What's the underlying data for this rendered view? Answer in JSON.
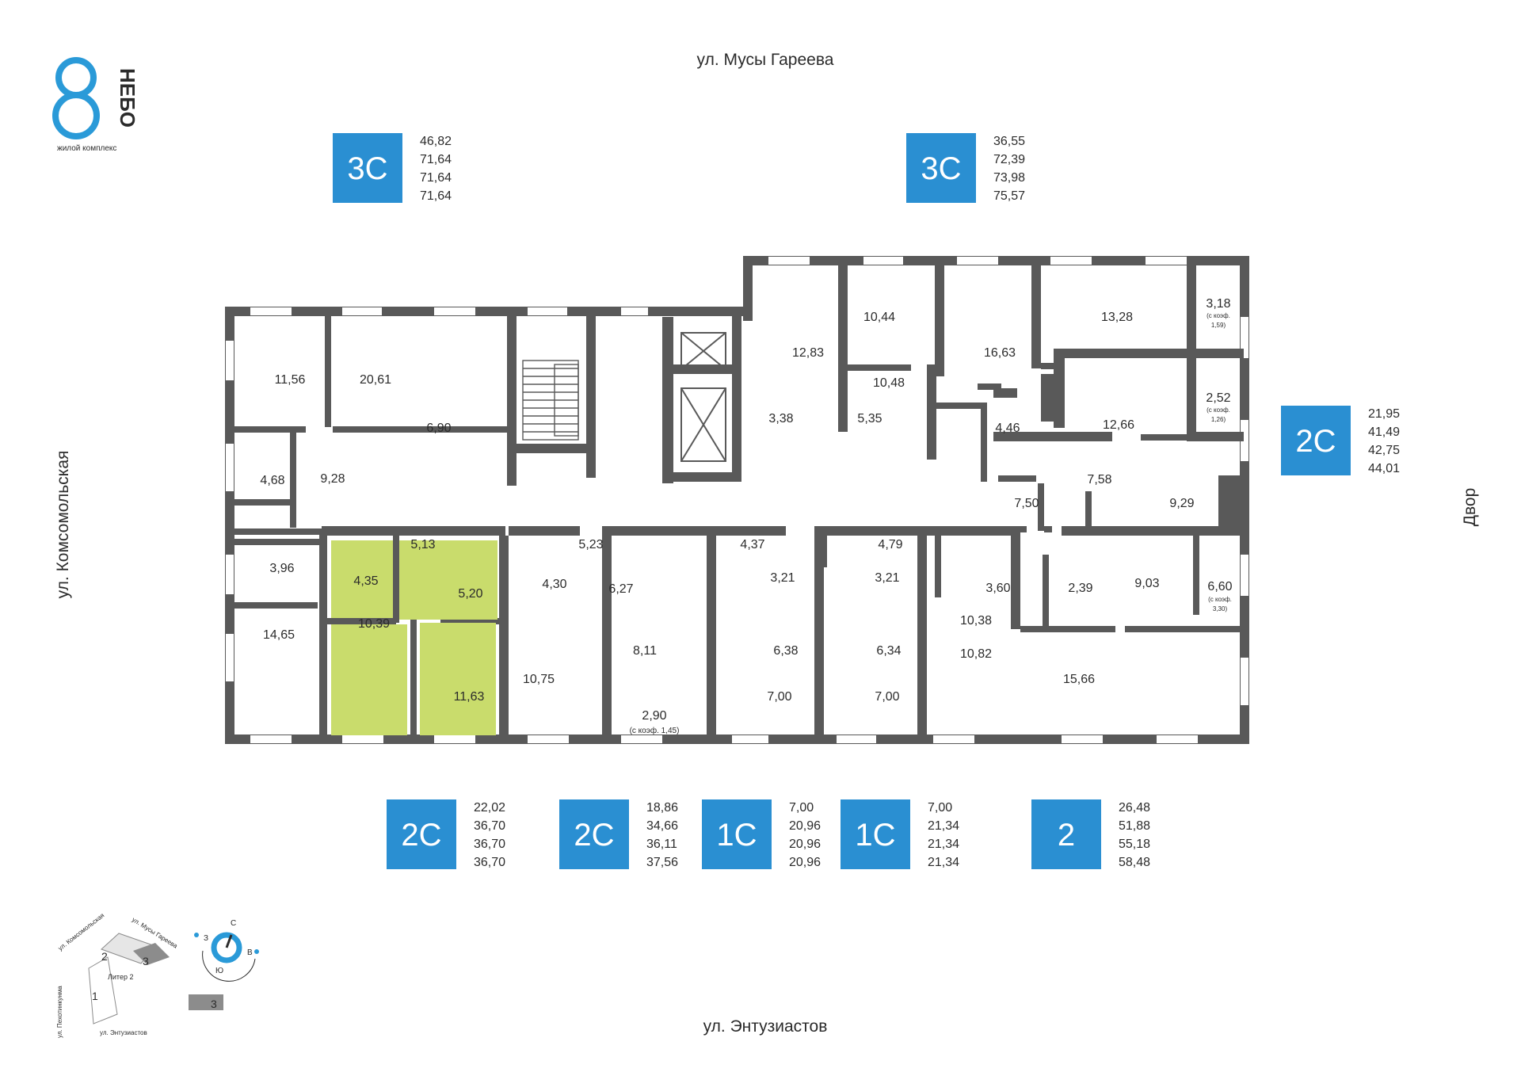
{
  "brand": {
    "name": "НЕБО",
    "subtitle": "жилой комплекс",
    "accent": "#2a9ad8"
  },
  "streets": {
    "top": "ул. Мусы Гареева",
    "bottom": "ул. Энтузиастов",
    "left": "ул. Комсомольская",
    "right": "Двор"
  },
  "colors": {
    "wall": "#595959",
    "badge": "#2a8fd2",
    "highlight": "#c9dc6c",
    "text": "#2b2b2b"
  },
  "unit_badges": [
    {
      "type": "3С",
      "areas": [
        "46,82",
        "71,64",
        "71,64",
        "71,64"
      ]
    },
    {
      "type": "3С",
      "areas": [
        "36,55",
        "72,39",
        "73,98",
        "75,57"
      ]
    },
    {
      "type": "2С",
      "areas": [
        "21,95",
        "41,49",
        "42,75",
        "44,01"
      ]
    },
    {
      "type": "2С",
      "areas": [
        "22,02",
        "36,70",
        "36,70",
        "36,70"
      ]
    },
    {
      "type": "2С",
      "areas": [
        "18,86",
        "34,66",
        "36,11",
        "37,56"
      ]
    },
    {
      "type": "1С",
      "areas": [
        "7,00",
        "20,96",
        "20,96",
        "20,96"
      ]
    },
    {
      "type": "1С",
      "areas": [
        "7,00",
        "21,34",
        "21,34",
        "21,34"
      ]
    },
    {
      "type": "2",
      "areas": [
        "26,48",
        "51,88",
        "55,18",
        "58,48"
      ]
    }
  ],
  "room_areas": [
    "11,56",
    "20,61",
    "6,90",
    "4,68",
    "9,28",
    "3,96",
    "14,65",
    "5,13",
    "4,35",
    "5,20",
    "10,39",
    "11,63",
    "5,23",
    "4,30",
    "6,27",
    "10,75",
    "8,11",
    "2,90",
    "(с коэф. 1,45)",
    "4,37",
    "3,21",
    "6,38",
    "7,00",
    "3,21",
    "4,79",
    "6,34",
    "7,00",
    "12,83",
    "10,44",
    "3,38",
    "5,35",
    "10,48",
    "16,63",
    "13,28",
    "3,18",
    "(с коэф.",
    "1,59)",
    "4,46",
    "12,66",
    "2,52",
    "(с коэф.",
    "1,26)",
    "7,58",
    "7,50",
    "9,29",
    "10,38",
    "3,60",
    "2,39",
    "9,03",
    "6,60",
    "(с коэф.",
    "3,30)",
    "10,82",
    "15,66"
  ],
  "minimap": {
    "streets": [
      "ул. Комсомольская",
      "ул. Мусы Гареева",
      "ул. Пехотинкунма",
      "ул. Энтузиастов"
    ],
    "building_numbers": [
      "1",
      "2",
      "3"
    ],
    "liter": "Литер 2",
    "legend_number": "3",
    "compass": [
      "С",
      "З",
      "В",
      "Ю"
    ]
  }
}
